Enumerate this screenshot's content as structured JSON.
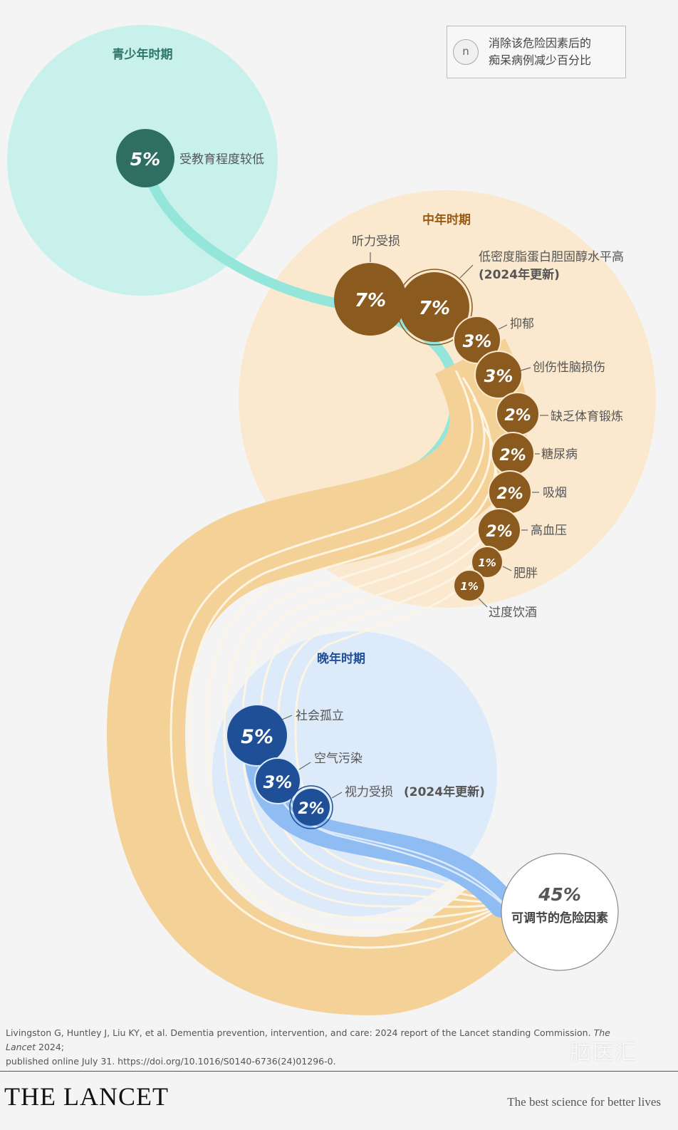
{
  "legend": {
    "symbol": "n",
    "line1": "消除该危险因素后的",
    "line2": "痴呆病例减少百分比"
  },
  "colors": {
    "early_bg": "#c8f1ec",
    "early_dot": "#2e6f62",
    "early_band": "#94e6da",
    "early_label": "#2e7568",
    "mid_bg": "#fae9cf",
    "mid_dot": "#8a5a1f",
    "mid_band": "#f4d196",
    "mid_label": "#9a5a14",
    "late_bg": "#ddeafa",
    "late_dot": "#1f4f96",
    "late_band": "#8fbdf3",
    "late_label": "#1f4f96"
  },
  "stages": {
    "early": {
      "title": "青少年时期",
      "factors": [
        {
          "value": "5%",
          "label": "受教育程度较低"
        }
      ]
    },
    "mid": {
      "title": "中年时期",
      "factors": [
        {
          "value": "7%",
          "label": "听力受损"
        },
        {
          "value": "7%",
          "label": "低密度脂蛋白胆固醇水平高",
          "note": "(2024年更新)"
        },
        {
          "value": "3%",
          "label": "抑郁"
        },
        {
          "value": "3%",
          "label": "创伤性脑损伤"
        },
        {
          "value": "2%",
          "label": "缺乏体育锻炼"
        },
        {
          "value": "2%",
          "label": "糖尿病"
        },
        {
          "value": "2%",
          "label": "吸烟"
        },
        {
          "value": "2%",
          "label": "高血压"
        },
        {
          "value": "1%",
          "label": "肥胖"
        },
        {
          "value": "1%",
          "label": "过度饮酒"
        }
      ]
    },
    "late": {
      "title": "晚年时期",
      "factors": [
        {
          "value": "5%",
          "label": "社会孤立"
        },
        {
          "value": "3%",
          "label": "空气污染"
        },
        {
          "value": "2%",
          "label": "视力受损",
          "note": "(2024年更新)"
        }
      ]
    }
  },
  "total": {
    "value": "45%",
    "label": "可调节的危险因素"
  },
  "citation": {
    "pre": "Livingston G, Huntley J, Liu KY, et al.  Dementia prevention, intervention, and care: 2024 report of the Lancet standing Commission. ",
    "journal": "The Lancet",
    "post": " 2024;",
    "line2": "published online July 31. https://doi.org/10.1016/S0140-6736(24)01296-0."
  },
  "brand": {
    "logo": "THE LANCET",
    "tagline": "The best science for better lives"
  },
  "watermark": "脑医汇"
}
